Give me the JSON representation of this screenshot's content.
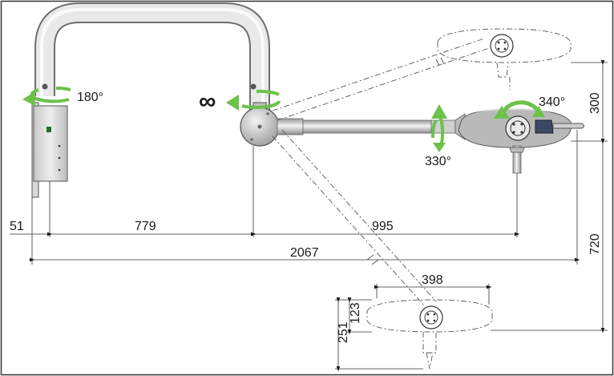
{
  "rotations": {
    "wall": "180°",
    "pivot": "∞",
    "arm": "330°",
    "head": "340°"
  },
  "dimensions": {
    "wall_offset": "51",
    "bracket_width": "779",
    "arm_length": "995",
    "total_reach": "2067",
    "head_diameter": "398",
    "head_height": "123",
    "handle_height": "251",
    "vertical_up": "300",
    "vertical_down": "720"
  },
  "colors": {
    "rotation_arrow": "#6cc24a",
    "frame": "#333333",
    "metal_light": "#e6e6e6",
    "metal_dark": "#8a8a8a"
  }
}
